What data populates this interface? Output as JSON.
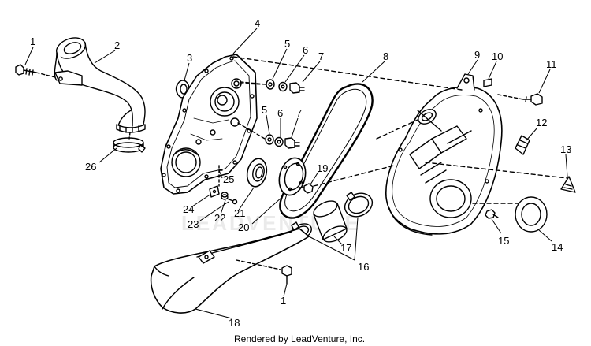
{
  "diagram": {
    "callouts": [
      {
        "id": "c1a",
        "text": "1"
      },
      {
        "id": "c2",
        "text": "2"
      },
      {
        "id": "c3",
        "text": "3"
      },
      {
        "id": "c4",
        "text": "4"
      },
      {
        "id": "c5a",
        "text": "5"
      },
      {
        "id": "c6a",
        "text": "6"
      },
      {
        "id": "c7a",
        "text": "7"
      },
      {
        "id": "c8",
        "text": "8"
      },
      {
        "id": "c9",
        "text": "9"
      },
      {
        "id": "c10",
        "text": "10"
      },
      {
        "id": "c11",
        "text": "11"
      },
      {
        "id": "c5b",
        "text": "5"
      },
      {
        "id": "c6b",
        "text": "6"
      },
      {
        "id": "c7b",
        "text": "7"
      },
      {
        "id": "c12",
        "text": "12"
      },
      {
        "id": "c13",
        "text": "13"
      },
      {
        "id": "c19",
        "text": "19"
      },
      {
        "id": "c25",
        "text": "25"
      },
      {
        "id": "c26",
        "text": "26"
      },
      {
        "id": "c24",
        "text": "24"
      },
      {
        "id": "c22",
        "text": "22"
      },
      {
        "id": "c21",
        "text": "21"
      },
      {
        "id": "c23",
        "text": "23"
      },
      {
        "id": "c20",
        "text": "20"
      },
      {
        "id": "c17",
        "text": "17"
      },
      {
        "id": "c16",
        "text": "16"
      },
      {
        "id": "c15",
        "text": "15"
      },
      {
        "id": "c14",
        "text": "14"
      },
      {
        "id": "c1b",
        "text": "1"
      },
      {
        "id": "c18",
        "text": "18"
      }
    ],
    "watermark": "LEADVENTURE",
    "footer": "Rendered by LeadVenture, Inc."
  }
}
